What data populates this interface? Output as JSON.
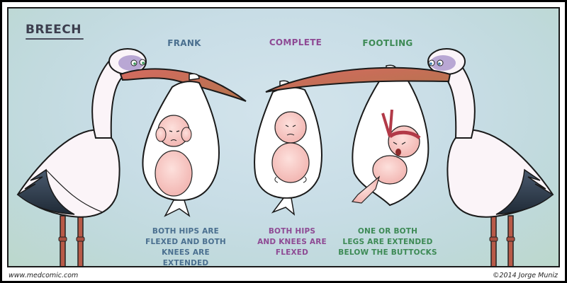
{
  "comic": {
    "title": "BREECH",
    "categories": [
      {
        "name": "FRANK",
        "color": "#4a6f8f",
        "description_lines": [
          "BOTH HIPS ARE",
          "FLEXED AND BOTH",
          "KNEES ARE EXTENDED"
        ]
      },
      {
        "name": "COMPLETE",
        "color": "#8e4a94",
        "description_lines": [
          "BOTH HIPS",
          "AND KNEES ARE",
          "FLEXED"
        ]
      },
      {
        "name": "FOOTLING",
        "color": "#3d8a55",
        "description_lines": [
          "ONE OR BOTH",
          "LEGS ARE EXTENDED",
          "BELOW THE BUTTOCKS"
        ]
      }
    ]
  },
  "footer": {
    "website": "www.medcomic.com",
    "copyright": "©2014 Jorge Muniz"
  },
  "colors": {
    "frame": "#1a1a1a",
    "beak": "#c8665a",
    "stork_eye_patch": "#b9a7d4",
    "wing_tip": "#2e3e4e",
    "leg": "#b85a48",
    "baby_skin": "#f6c8c4",
    "headband": "#b23a48"
  }
}
